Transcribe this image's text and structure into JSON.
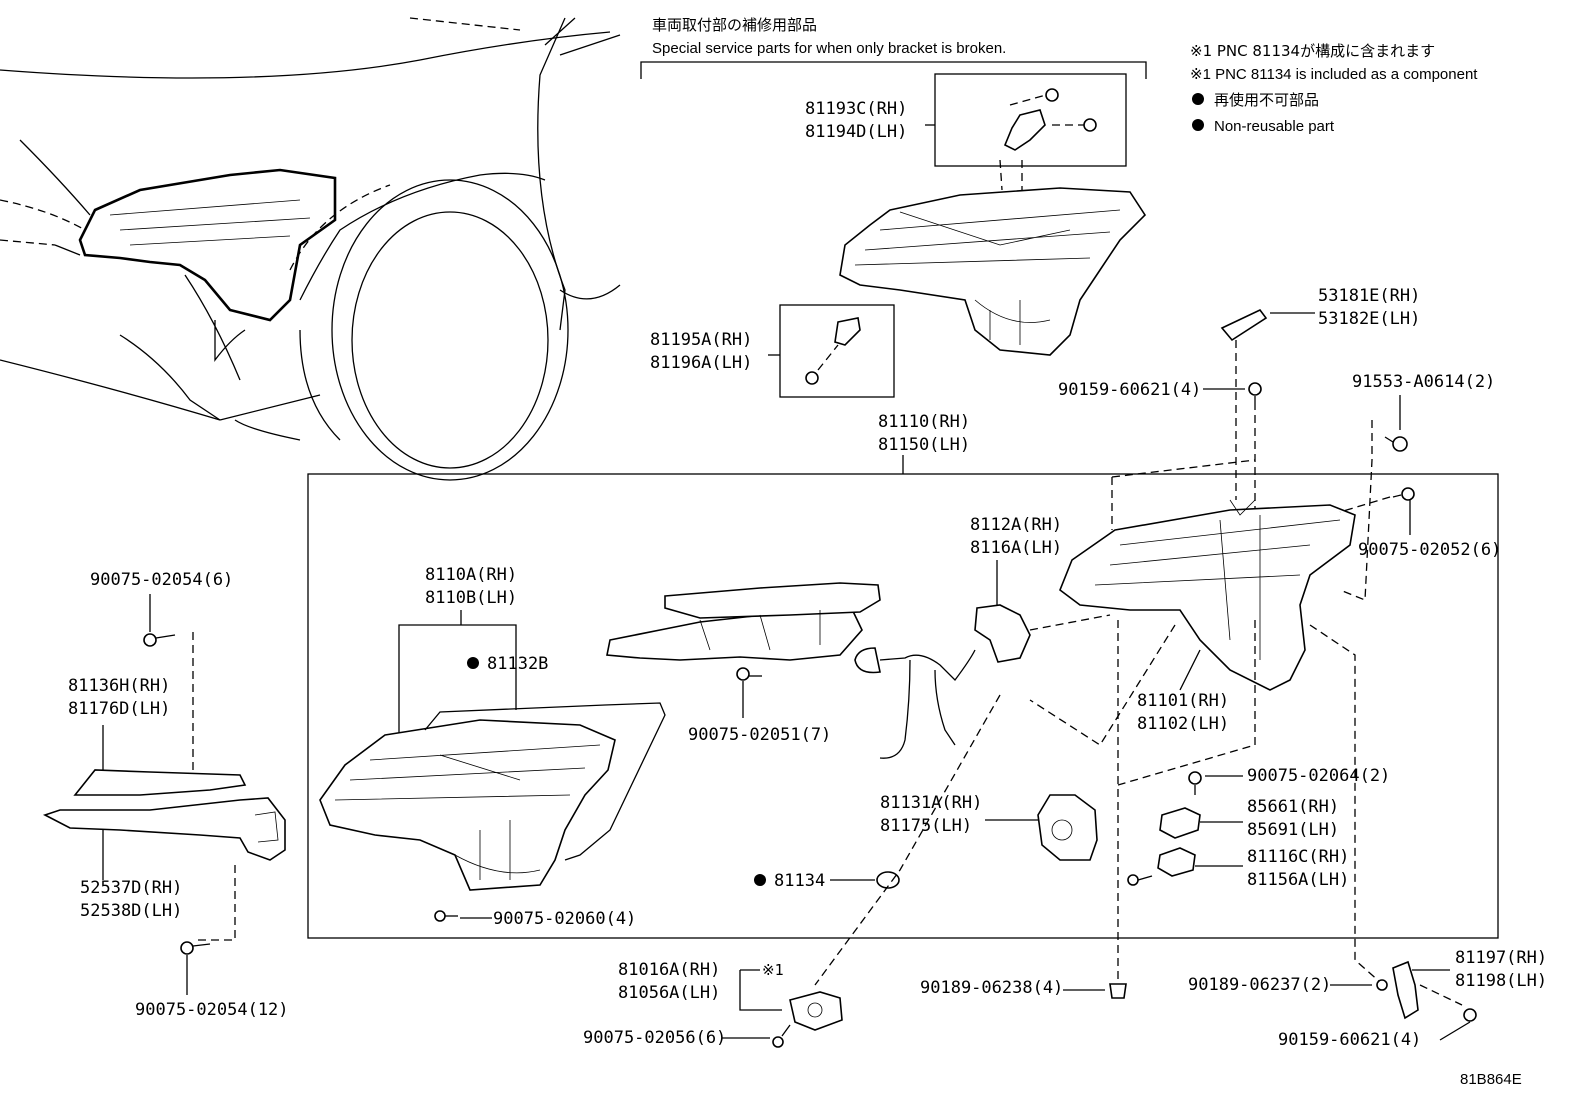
{
  "header": {
    "jp": "車両取付部の補修用部品",
    "en": "Special service parts for when only bracket is broken."
  },
  "notes": {
    "pnc_jp": "※1 PNC 81134が構成に含まれます",
    "pnc_en": "※1 PNC 81134 is included as a component",
    "nonreusable_jp": "再使用不可部品",
    "nonreusable_en": "Non-reusable part"
  },
  "labels": {
    "p81193c": "81193C(RH)",
    "p81194d": "81194D(LH)",
    "p81195a": "81195A(RH)",
    "p81196a": "81196A(LH)",
    "p53181e": "53181E(RH)",
    "p53182e": "53182E(LH)",
    "p90159_top": "90159-60621(4)",
    "p91553": "91553-A0614(2)",
    "p81110": "81110(RH)",
    "p81150": "81150(LH)",
    "p90075_02052": "90075-02052(6)",
    "p8112a": "8112A(RH)",
    "p8116a": "8116A(LH)",
    "p8110a": "8110A(RH)",
    "p8110b": "8110B(LH)",
    "p81132b": "81132B",
    "p90075_02051": "90075-02051(7)",
    "p81101": "81101(RH)",
    "p81102": "81102(LH)",
    "p90075_02064": "90075-02064(2)",
    "p85661": "85661(RH)",
    "p85691": "85691(LH)",
    "p81116c": "81116C(RH)",
    "p81156a": "81156A(LH)",
    "p81131a": "81131A(RH)",
    "p81175": "81175(LH)",
    "p81134": "81134",
    "p90075_02060": "90075-02060(4)",
    "p90075_02054_top": "90075-02054(6)",
    "p81136h": "81136H(RH)",
    "p81176d": "81176D(LH)",
    "p52537d": "52537D(RH)",
    "p52538d": "52538D(LH)",
    "p90075_02054_bot": "90075-02054(12)",
    "p81016a": "81016A(RH)",
    "p81056a": "81056A(LH)",
    "mark1": "※1",
    "p90075_02056": "90075-02056(6)",
    "p90189_06238": "90189-06238(4)",
    "p90189_06237": "90189-06237(2)",
    "p81197": "81197(RH)",
    "p81198": "81198(LH)",
    "p90159_bot": "90159-60621(4)"
  },
  "footer_code": "81B864E"
}
